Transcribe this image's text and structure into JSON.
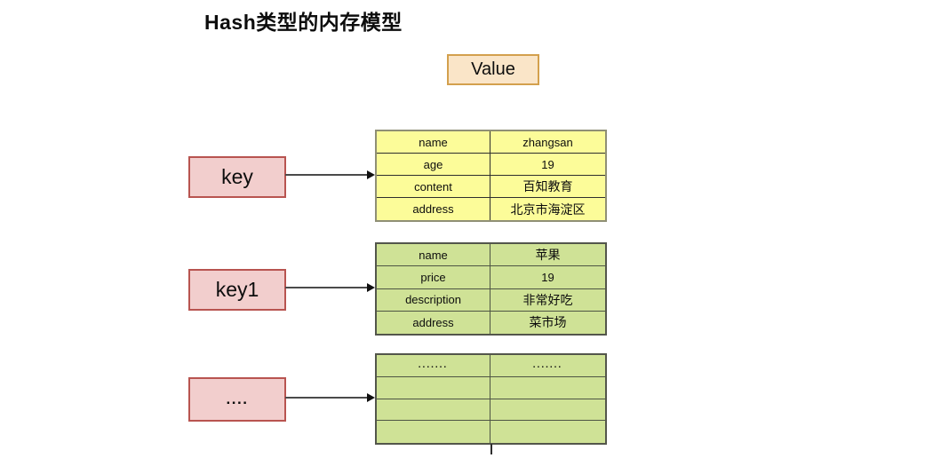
{
  "title": "Hash类型的内存模型",
  "value_box": {
    "label": "Value"
  },
  "keys": {
    "key": "key",
    "key1": "key1",
    "dots": "...."
  },
  "tables": [
    {
      "key": "key",
      "rows": [
        [
          "name",
          "zhangsan"
        ],
        [
          "age",
          "19"
        ],
        [
          "content",
          "百知教育"
        ],
        [
          "address",
          "北京市海淀区"
        ]
      ]
    },
    {
      "key": "key1",
      "rows": [
        [
          "name",
          "苹果"
        ],
        [
          "price",
          "19"
        ],
        [
          "description",
          "非常好吃"
        ],
        [
          "address",
          "菜市场"
        ]
      ]
    },
    {
      "key": "....",
      "rows": [
        [
          ".......",
          "......."
        ],
        [
          "",
          ""
        ],
        [
          "",
          ""
        ],
        [
          "",
          ""
        ]
      ]
    }
  ],
  "colors": {
    "value_box_fill": "#FAE5C8",
    "value_box_border": "#D3A04D",
    "key_box_fill": "#F2CECD",
    "key_box_border": "#B85450",
    "table_key_fill": "#FCFC99",
    "table_key_border": "#8F8F75",
    "table_green_fill": "#CFE296",
    "table_green_border": "#53564B",
    "arrow": "#4A4A4A",
    "text": "#0D0D0D",
    "background": "#FFFFFF"
  }
}
